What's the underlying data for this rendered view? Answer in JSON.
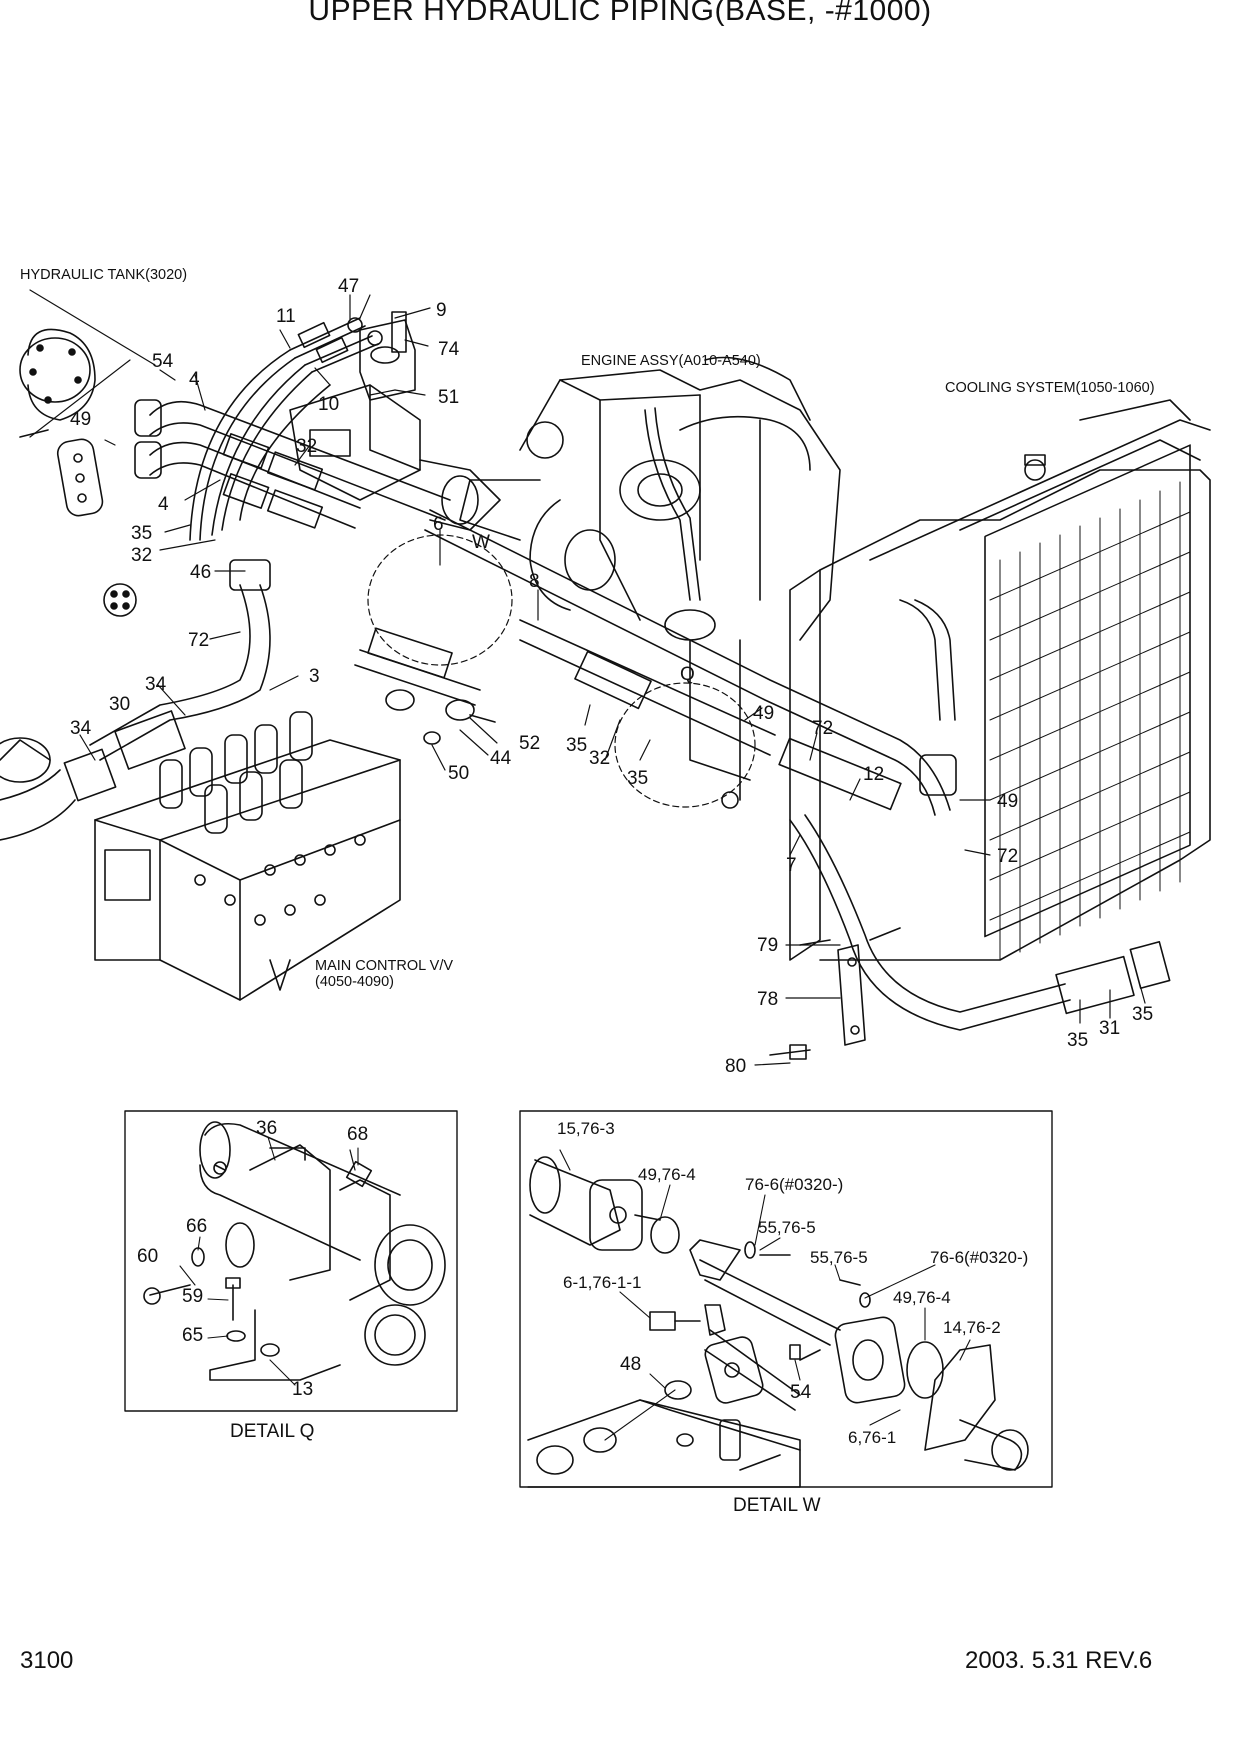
{
  "title": "UPPER HYDRAULIC PIPING(BASE, -#1000)",
  "page_number": "3100",
  "revision": "2003. 5.31  REV.6",
  "references": {
    "hydraulic_tank": "HYDRAULIC TANK(3020)",
    "engine_assy": "ENGINE ASSY(A010-A540)",
    "cooling_system": "COOLING SYSTEM(1050-1060)",
    "main_control_line1": "MAIN CONTROL V/V",
    "main_control_line2": "(4050-4090)"
  },
  "detail_letters": {
    "w": "W",
    "q": "Q"
  },
  "main_callouts": {
    "c47": "47",
    "c9": "9",
    "c11": "11",
    "c74": "74",
    "c54": "54",
    "c10": "10",
    "c51": "51",
    "c4a": "4",
    "c49a": "49",
    "c32a": "32",
    "c4b": "4",
    "c35a": "35",
    "c32b": "32",
    "c6": "6",
    "c46": "46",
    "c8": "8",
    "c72a": "72",
    "c3": "3",
    "c34a": "34",
    "c30": "30",
    "c34b": "34",
    "c52": "52",
    "c44": "44",
    "c50": "50",
    "c35b": "35",
    "c32c": "32",
    "c35c": "35",
    "c49b": "49",
    "c72b": "72",
    "c12": "12",
    "c7": "7",
    "c49c": "49",
    "c72c": "72",
    "c79": "79",
    "c78": "78",
    "c80": "80",
    "c35d": "35",
    "c31": "31",
    "c35e": "35"
  },
  "detail_q": {
    "caption": "DETAIL  Q",
    "c36": "36",
    "c68": "68",
    "c66": "66",
    "c60": "60",
    "c59": "59",
    "c65": "65",
    "c13": "13"
  },
  "detail_w": {
    "caption": "DETAIL  W",
    "c15": "15,76-3",
    "c49": "49,76-4",
    "c76a": "76-6(#0320-)",
    "c55a": "55,76-5",
    "c55b": "55,76-5",
    "c76b": "76-6(#0320-)",
    "c61": "6-1,76-1-1",
    "c49b": "49,76-4",
    "c14": "14,76-2",
    "c48": "48",
    "c54": "54",
    "c6": "6,76-1"
  }
}
